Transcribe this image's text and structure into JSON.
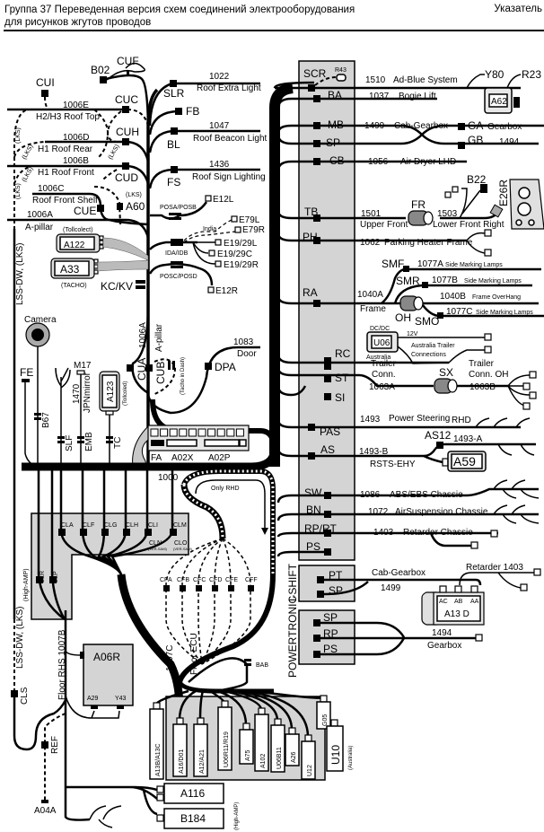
{
  "header": {
    "title_line1": "Группа 37 Переведенная версия схем соединений электрооборудования",
    "title_line2": "для рисунков жгутов проводов",
    "right_label": "Указатель"
  },
  "colors": {
    "panel_grey": "#d4d4d4",
    "wire": "#000000",
    "background": "#ffffff"
  },
  "top_left": {
    "cui": "CUI",
    "b02": "B02",
    "cuf": "CUF",
    "cuc": "CUC",
    "cuh": "CUH",
    "cud": "CUD",
    "cue": "CUE",
    "a60": "A60",
    "lks_a60": "(LKS)",
    "w1006e": "1006E",
    "roof_top": "H2/H3  Roof Top",
    "w1006d": "1006D",
    "roof_rear": "H1   Roof Rear",
    "w1006b": "1006B",
    "roof_front": "H1   Roof Front",
    "w1006c": "1006C",
    "roof_front_shelf": "Roof Front Shelf",
    "w1006a": "1006A",
    "a_pillar": "A-pillar",
    "lks": "(LKS)",
    "slr": "SLR",
    "w1022": "1022",
    "roof_extra": "Roof Extra Light",
    "fb": "FB",
    "bl": "BL",
    "w1047": "1047",
    "roof_beacon": "Roof Beacon Light",
    "fs": "FS",
    "w1436": "1436",
    "roof_sign": "Roof Sign Lighting",
    "posa": "POSA/POSB",
    "e12l": "E12L",
    "india": "India",
    "e79l": "E79L",
    "e79r": "E79R",
    "ida": "IDA/IDB",
    "e1929l": "E19/29L",
    "e1929c": "E19/29C",
    "e1929r": "E19/29R",
    "posc": "POSC/POSD",
    "e12r": "E12R",
    "tollcollect": "(Tollcolect)",
    "a122": "A122",
    "a33": "A33",
    "tacho": "(TACHO)",
    "kckv": "KC/KV",
    "lss": "LSS-DW, (LKS)"
  },
  "mid_left": {
    "camera": "Camera",
    "fe": "FE",
    "b67": "B67",
    "m17": "M17",
    "w1470": "1470",
    "jpn": "JPNmirror",
    "a123": "A123",
    "tollcoled": "(Tollcoled)",
    "slf": "SLF",
    "emb": "EMB",
    "tc": "TC",
    "w1006a_v": "1006A",
    "a_pillar_v": "A-pillar",
    "cua": "CUA",
    "cub": "CUB",
    "tacho_dash": "(Tacho in Dash)",
    "w1083": "1083",
    "door": "Door",
    "dpa": "DPA",
    "fa": "FA",
    "a02x": "A02X",
    "a02p": "A02P",
    "w1000": "1000",
    "only_rhd": "Only RHD"
  },
  "right_panel": {
    "scr": "SCR",
    "r43": "R43",
    "w1510": "1510",
    "adblue": "Ad-Blue System",
    "y80": "Y80",
    "r23": "R23",
    "a62": "A62",
    "ba": "BA",
    "w1037": "1037",
    "bogie": "Bogie Lift",
    "mb": "MB",
    "w1499": "1499",
    "cab_gearbox": "Cab-Gearbox",
    "ga": "GA",
    "gearbox": "Gearbox",
    "sp": "SP",
    "gb": "GB",
    "w1494": "1494",
    "cb": "CB",
    "w1056": "1056",
    "air_dryer": "Air Dryer   LHD",
    "b22": "B22",
    "e26r": "E26R",
    "tb": "TB",
    "w1501": "1501",
    "upper_front": "Upper Front",
    "fr": "FR",
    "w1503": "1503",
    "lower_front_right": "Lower Front Right",
    "ph": "PH",
    "w1062": "1062",
    "parking_heater": "Parking Heater Frame",
    "smf": "SMF",
    "w1077a": "1077A",
    "sml_a": "Side Marking Lamps",
    "smr": "SMR",
    "w1077b": "1077B",
    "sml_b": "Side Marking Lamps",
    "ra": "RA",
    "w1040a": "1040A",
    "frame": "Frame",
    "oh": "OH",
    "w1040b": "1040B",
    "frame_overhang": "Frame OverHang",
    "smo": "SMO",
    "w1077c": "1077C",
    "sml_c": "Side Marking Lamps",
    "dcdc": "DC/DC",
    "u06": "U06",
    "v12": "12V",
    "australia": "Australia",
    "trailer_conn_au": "Australia  Trailer",
    "connections": "Connections",
    "rc": "RC",
    "st": "ST",
    "si": "SI",
    "trailer_conn": "Trailer",
    "conn": "Conn.",
    "w1063a": "1063A",
    "sx": "SX",
    "trailer_oh": "Trailer",
    "conn_oh": "Conn. OH",
    "w1063b": "1063B",
    "w1493": "1493",
    "power_steering": "Power Steering",
    "rhd": "RHD",
    "pas": "PAS",
    "as": "AS",
    "w1493b": "1493-B",
    "rsts": "RSTS-EHY",
    "as12": "AS12",
    "w1493a": "1493-A",
    "a59": "A59",
    "sw": "SW",
    "w1086": "1086",
    "abs": "ABS/EBS Chassie",
    "bn": "BN",
    "w1072": "1072",
    "airsusp": "AirSuspension Chassie",
    "rprt": "RP/RT",
    "w1403": "1403",
    "retarder_ch": "Retarder Chassie",
    "ps": "PS"
  },
  "gearbox_section": {
    "ishift": "I-SHIFT",
    "powertronic": "POWERTRONIC",
    "pt": "PT",
    "sp1": "SP",
    "cab_gearbox": "Cab-Gearbox",
    "w1499": "1499",
    "retarder1403": "Retarder 1403",
    "a13d": "A13 D",
    "ac": "AC",
    "ab": "AB",
    "aa": "AA",
    "sp2": "SP",
    "rp": "RP",
    "ps": "PS",
    "w1494": "1494",
    "gearbox": "Gearbox"
  },
  "bottom": {
    "cla": "CLA",
    "clf": "CLF",
    "clg": "CLG",
    "clh": "CLH",
    "cli": "CLI",
    "clm": "CLM",
    "cln": "CLN",
    "clo": "CLO",
    "ver_sam": "(VER-SAM)",
    "clr": "CLR",
    "clp": "CLP",
    "high_amp": "(High-AMP)",
    "cfa": "CFA",
    "cfb": "CFB",
    "cfc": "CFC",
    "cfd": "CFD",
    "cfe": "CFE",
    "cff": "CFF",
    "lss2": "LSS-DW, (LKS)",
    "cls": "CLS",
    "ref": "REF",
    "a04a": "A04A",
    "floor_rhs": "Floor RHS  1007B",
    "a06r": "A06R",
    "a29": "A29",
    "y43": "Y43",
    "w1007c": "1007C",
    "floor_ecu": "Floor ECU",
    "bab": "BAB",
    "ecu_modules": [
      "A13B/A13C",
      "A16/D01",
      "A12/A21",
      "U06R11/R19",
      "A75",
      "A102",
      "U06B11",
      "A26",
      "U12",
      "G05"
    ],
    "u10": "U10",
    "australia": "(Australia)",
    "a116": "A116",
    "b184": "B184",
    "high_amp2": "(High-AMP)"
  }
}
